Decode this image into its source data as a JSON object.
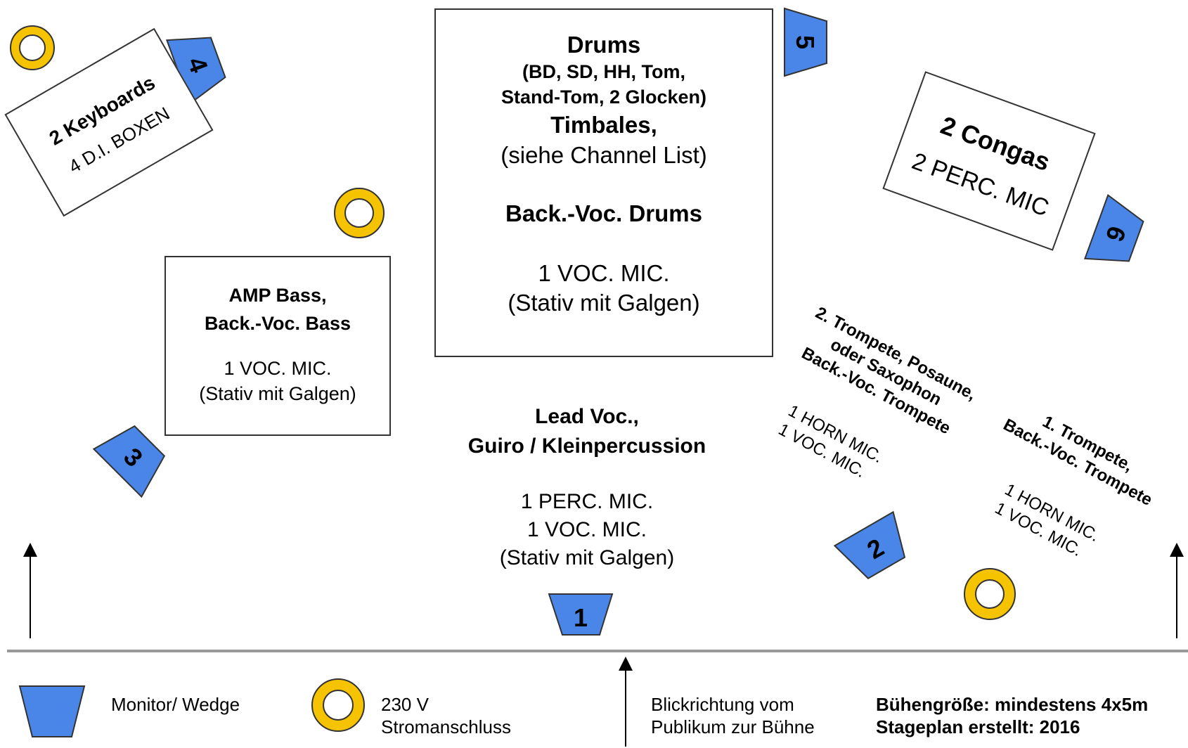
{
  "colors": {
    "wedge": "#4A86E8",
    "outlet": "#F5C300",
    "outline": "#333333",
    "stage_line": "#999999"
  },
  "drums": {
    "title": "Drums",
    "sub1": "(BD, SD, HH, Tom,",
    "sub2": "Stand-Tom, 2 Glocken)",
    "timbales": "Timbales,",
    "channel": "(siehe Channel List)",
    "backvoc": "Back.-Voc. Drums",
    "mic": "1 VOC. MIC.",
    "stand": "(Stativ mit Galgen)"
  },
  "keyboards": {
    "title": "2 Keyboards",
    "sub": "4 D.I. BOXEN"
  },
  "bass": {
    "title1": "AMP Bass,",
    "title2": "Back.-Voc. Bass",
    "mic": "1 VOC. MIC.",
    "stand": "(Stativ mit Galgen)"
  },
  "congas": {
    "title": "2 Congas",
    "sub": "2 PERC. MIC"
  },
  "lead": {
    "title1": "Lead Voc.,",
    "title2": "Guiro / Kleinpercussion",
    "mic1": "1 PERC. MIC.",
    "mic2": "1 VOC. MIC.",
    "stand": "(Stativ mit Galgen)"
  },
  "trumpet2": {
    "line1": "2. Trompete, Posaune,",
    "line2": "oder Saxophon",
    "line3": "Back.-Voc. Trompete",
    "mic1": "1 HORN MIC.",
    "mic2": "1 VOC. MIC."
  },
  "trumpet1": {
    "line1": "1. Trompete,",
    "line2": "Back.-Voc. Trompete",
    "mic1": "1 HORN MIC.",
    "mic2": "1 VOC. MIC."
  },
  "wedges": [
    "1",
    "2",
    "3",
    "4",
    "5",
    "6"
  ],
  "legend": {
    "monitor": "Monitor/ Wedge",
    "power1": "230 V",
    "power2": "Stromanschluss",
    "view1": "Blickrichtung vom",
    "view2": "Publikum zur Bühne",
    "stage_size": "Bühengröße: mindestens 4x5m",
    "created": "Stageplan erstellt: 2016"
  }
}
